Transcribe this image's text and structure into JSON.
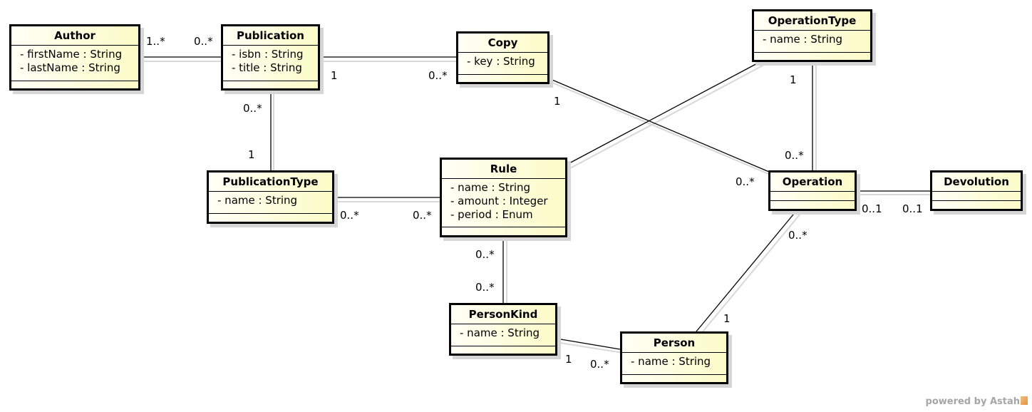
{
  "diagram": {
    "classes": {
      "author": {
        "name": "Author",
        "attributes": [
          "- firstName : String",
          "- lastName : String"
        ]
      },
      "publication": {
        "name": "Publication",
        "attributes": [
          "- isbn : String",
          "- title : String"
        ]
      },
      "copy": {
        "name": "Copy",
        "attributes": [
          "- key : String"
        ]
      },
      "operation_type": {
        "name": "OperationType",
        "attributes": [
          "- name : String"
        ]
      },
      "publication_type": {
        "name": "PublicationType",
        "attributes": [
          "- name : String"
        ]
      },
      "rule": {
        "name": "Rule",
        "attributes": [
          "- name : String",
          "- amount : Integer",
          "- period : Enum"
        ]
      },
      "operation": {
        "name": "Operation",
        "attributes": []
      },
      "devolution": {
        "name": "Devolution",
        "attributes": []
      },
      "person_kind": {
        "name": "PersonKind",
        "attributes": [
          "- name : String"
        ]
      },
      "person": {
        "name": "Person",
        "attributes": [
          "- name : String"
        ]
      }
    },
    "associations": [
      {
        "from": "Author",
        "to": "Publication",
        "from_mult": "1..*",
        "to_mult": "0..*"
      },
      {
        "from": "Publication",
        "to": "Copy",
        "from_mult": "1",
        "to_mult": "0..*"
      },
      {
        "from": "Publication",
        "to": "PublicationType",
        "from_mult": "0..*",
        "to_mult": "1"
      },
      {
        "from": "PublicationType",
        "to": "Rule",
        "from_mult": "0..*",
        "to_mult": "0..*"
      },
      {
        "from": "Copy",
        "to": "Operation",
        "from_mult": "1",
        "to_mult": "0..*"
      },
      {
        "from": "OperationType",
        "to": "Operation",
        "from_mult": "1",
        "to_mult": "0..*"
      },
      {
        "from": "Operation",
        "to": "Devolution",
        "from_mult": "0..1",
        "to_mult": "0..1"
      },
      {
        "from": "Rule",
        "to": "PersonKind",
        "from_mult": "0..*",
        "to_mult": "0..*"
      },
      {
        "from": "PersonKind",
        "to": "Person",
        "from_mult": "1",
        "to_mult": "0..*"
      },
      {
        "from": "Operation",
        "to": "Person",
        "from_mult": "0..*",
        "to_mult": "1"
      },
      {
        "from": "Rule",
        "to": "OperationType",
        "from_mult": "",
        "to_mult": ""
      }
    ]
  },
  "footer": {
    "text": "powered by Astah"
  }
}
